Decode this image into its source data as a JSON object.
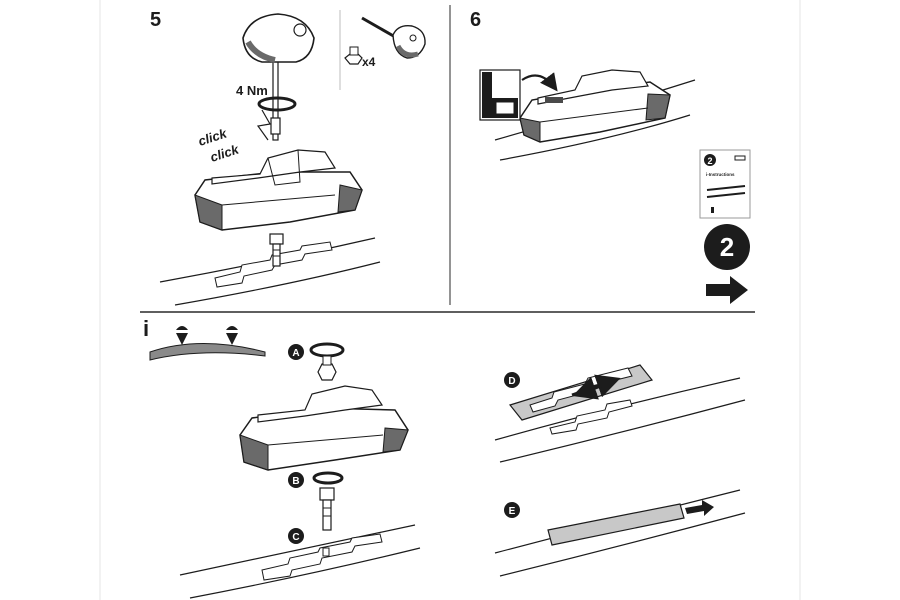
{
  "steps": {
    "step5": {
      "number": "5",
      "torque": "4 Nm",
      "click_top": "click",
      "click_bottom": "click",
      "quantity": "x4"
    },
    "step6": {
      "number": "6"
    },
    "next": {
      "booklet_number": "2",
      "booklet_title": "i-Instructions",
      "next_number": "2"
    }
  },
  "info": {
    "icon_letter": "i",
    "markers": {
      "a": "A",
      "b": "B",
      "c": "C",
      "d": "D",
      "e": "E"
    }
  },
  "colors": {
    "ink": "#1c1c1c",
    "part_fill": "#ffffff",
    "part_shadow": "#5a5a5a",
    "pad_gray": "#c8c8c8",
    "roof_gray": "#8a8a8a"
  }
}
